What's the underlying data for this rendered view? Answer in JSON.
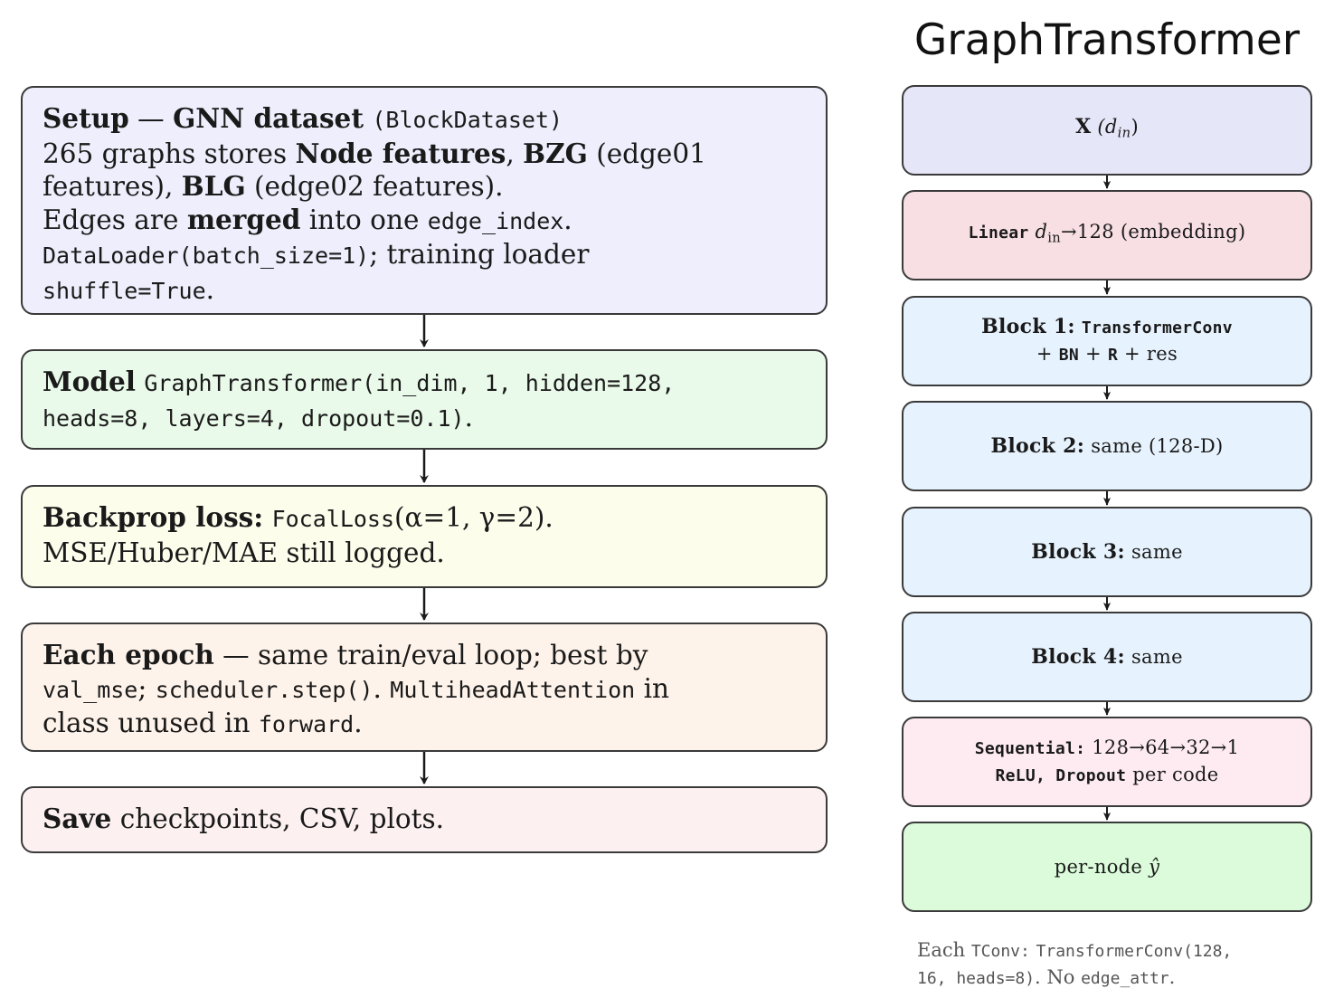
{
  "title": "GraphTransformer",
  "colors": {
    "setup": "#eeeefc",
    "model": "#eafaea",
    "loss": "#fdfdec",
    "epoch": "#fef3ea",
    "save": "#fdf0f0",
    "input": "#e6e6f9",
    "linear": "#f8dfe4",
    "block": "#e6f2fd",
    "sequential": "#fdebf1",
    "output": "#dbfbdb",
    "border": "#3a3a3a"
  },
  "pipeline": {
    "setup": {
      "heading": "Setup",
      "dash": "—",
      "dataset_bold": "GNN dataset",
      "dataset_class": "(BlockDataset)",
      "l2_a": "265 graphs stores ",
      "l2_node": "Node features",
      "l2_b": ", ",
      "l2_bzg": "BZG",
      "l2_c": " (edge01",
      "l3_a": "features), ",
      "l3_blg": "BLG",
      "l3_b": " (edge02 features).",
      "l4_a": "Edges are ",
      "l4_merged": "merged",
      "l4_b": " into one ",
      "l4_code": "edge_index",
      "l4_c": ".",
      "l5_code": "DataLoader(batch_size=1)",
      "l5_b": "; training loader",
      "l6_code": "shuffle=True",
      "l6_b": "."
    },
    "model": {
      "heading": "Model",
      "code_l1": "GraphTransformer(in_dim, 1, hidden=128,",
      "code_l2": "heads=8, layers=4, dropout=0.1)",
      "tail": "."
    },
    "loss": {
      "heading": "Backprop loss:",
      "code": "FocalLoss",
      "args": "(α=1, γ=2).",
      "line2": "MSE/Huber/MAE still logged."
    },
    "epoch": {
      "heading": "Each epoch",
      "l1_b": " — same train/eval loop; best by",
      "l2_code1": "val_mse",
      "l2_sep": "; ",
      "l2_code2": "scheduler.step()",
      "l2_dot": ". ",
      "l2_code3": "MultiheadAttention",
      "l2_tail": " in",
      "l3_a": "class unused in ",
      "l3_code": "forward",
      "l3_b": "."
    },
    "save": {
      "heading": "Save",
      "text": " checkpoints, CSV, plots."
    }
  },
  "architecture": {
    "input": {
      "bold": "X",
      "open": "(d",
      "sub": "in",
      "close": ")"
    },
    "linear": {
      "code": "Linear",
      "d": "d",
      "sub": "in",
      "rest": "→128 (embedding)"
    },
    "block1": {
      "label": "Block 1:",
      "code": "TransformerConv",
      "line2_a": "+ ",
      "bn": "BN",
      "line2_b": " + ",
      "r": "R",
      "line2_c": " + res"
    },
    "block2": {
      "label": "Block 2:",
      "text": "same (128-D)"
    },
    "block3": {
      "label": "Block 3:",
      "text": "same"
    },
    "block4": {
      "label": "Block 4:",
      "text": "same"
    },
    "sequential": {
      "code": "Sequential:",
      "dims": "128→64→32→1",
      "code2": "ReLU, Dropout",
      "tail": "per code"
    },
    "output": {
      "text": "per-node ",
      "yhat": "ŷ"
    }
  },
  "footnote": {
    "a": "Each ",
    "code1": "TConv:",
    "code2": "TransformerConv(128,",
    "code3": "16, heads=8)",
    "b": ". No ",
    "code4": "edge_attr",
    "c": "."
  }
}
